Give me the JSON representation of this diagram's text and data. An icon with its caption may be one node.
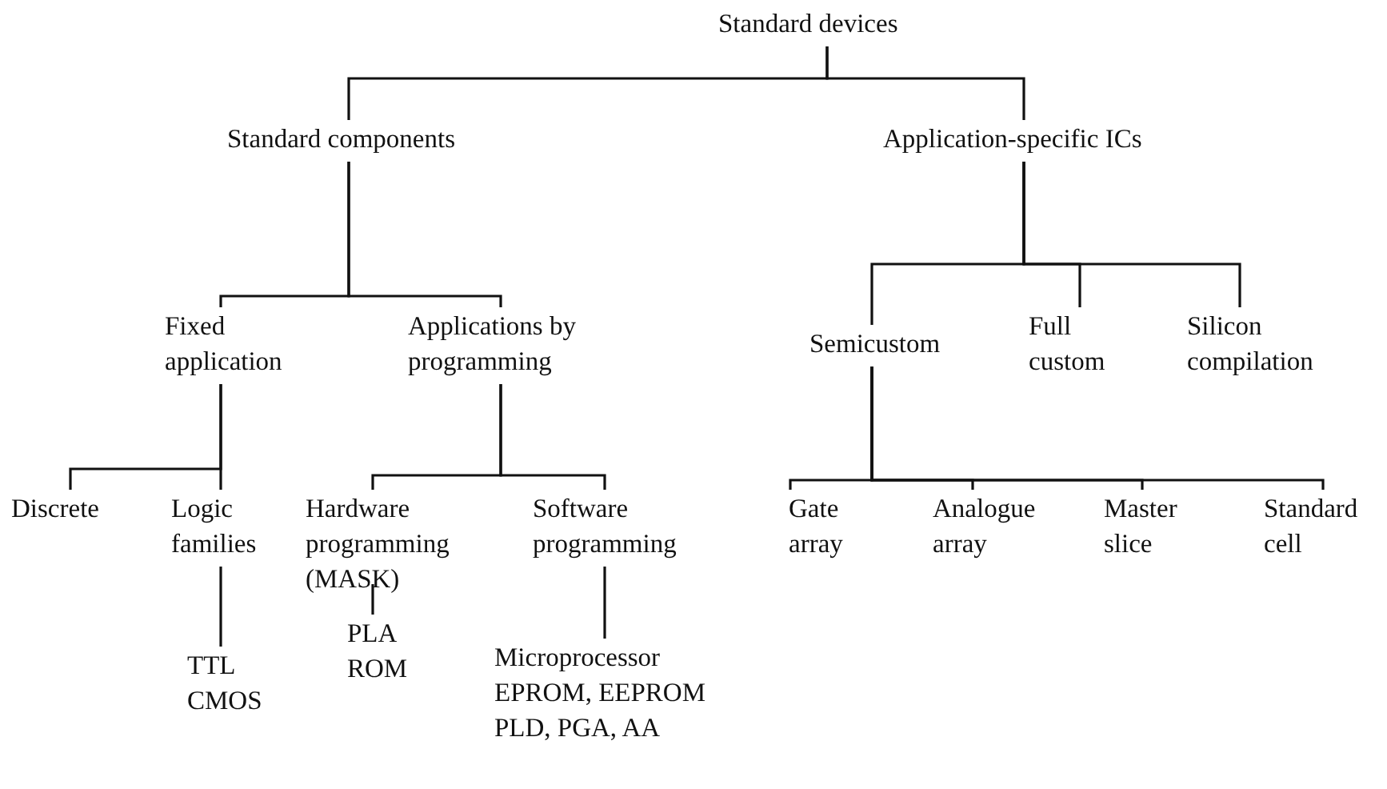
{
  "diagram": {
    "nodes": [
      {
        "text": [
          "Standard devices"
        ]
      },
      {
        "text": [
          "Standard components"
        ]
      },
      {
        "text": [
          "Application-specific ICs"
        ]
      },
      {
        "text": [
          "Fixed application"
        ]
      },
      {
        "text": [
          "Applications by programming"
        ]
      },
      {
        "text": [
          "Semicustom"
        ]
      },
      {
        "text": [
          "Full custom"
        ]
      },
      {
        "text": [
          "Silicon compilation"
        ]
      },
      {
        "text": [
          "Discrete"
        ]
      },
      {
        "text": [
          "Logic families"
        ]
      },
      {
        "text": [
          "Hardware programming (MASK)"
        ]
      },
      {
        "text": [
          "Software programming"
        ]
      },
      {
        "text": [
          "TTL CMOS"
        ]
      },
      {
        "text": [
          "PLA ROM"
        ]
      },
      {
        "text": [
          "Microprocessor EPROM, EEPROM PLD, PGA, AA"
        ]
      },
      {
        "text": [
          "Gate array"
        ]
      },
      {
        "text": [
          "Analogue array"
        ]
      },
      {
        "text": [
          "Master slice"
        ]
      },
      {
        "text": [
          "Standard cell"
        ]
      }
    ],
    "edges": [
      {
        "from": 0,
        "to": 1,
        "arrow": "none"
      },
      {
        "from": 0,
        "to": 2,
        "arrow": "none"
      },
      {
        "from": 1,
        "to": 3,
        "arrow": "none"
      },
      {
        "from": 1,
        "to": 4,
        "arrow": "none"
      },
      {
        "from": 2,
        "to": 5,
        "arrow": "none"
      },
      {
        "from": 2,
        "to": 6,
        "arrow": "none"
      },
      {
        "from": 2,
        "to": 7,
        "arrow": "none"
      },
      {
        "from": 3,
        "to": 8,
        "arrow": "none"
      },
      {
        "from": 3,
        "to": 9,
        "arrow": "none"
      },
      {
        "from": 4,
        "to": 10,
        "arrow": "none"
      },
      {
        "from": 4,
        "to": 11,
        "arrow": "none"
      },
      {
        "from": 9,
        "to": 12,
        "arrow": "none"
      },
      {
        "from": 10,
        "to": 13,
        "arrow": "none"
      },
      {
        "from": 11,
        "to": 14,
        "arrow": "none"
      },
      {
        "from": 5,
        "to": 15,
        "arrow": "none"
      },
      {
        "from": 5,
        "to": 16,
        "arrow": "none"
      },
      {
        "from": 5,
        "to": 17,
        "arrow": "none"
      },
      {
        "from": 5,
        "to": 18,
        "arrow": "none"
      }
    ]
  }
}
